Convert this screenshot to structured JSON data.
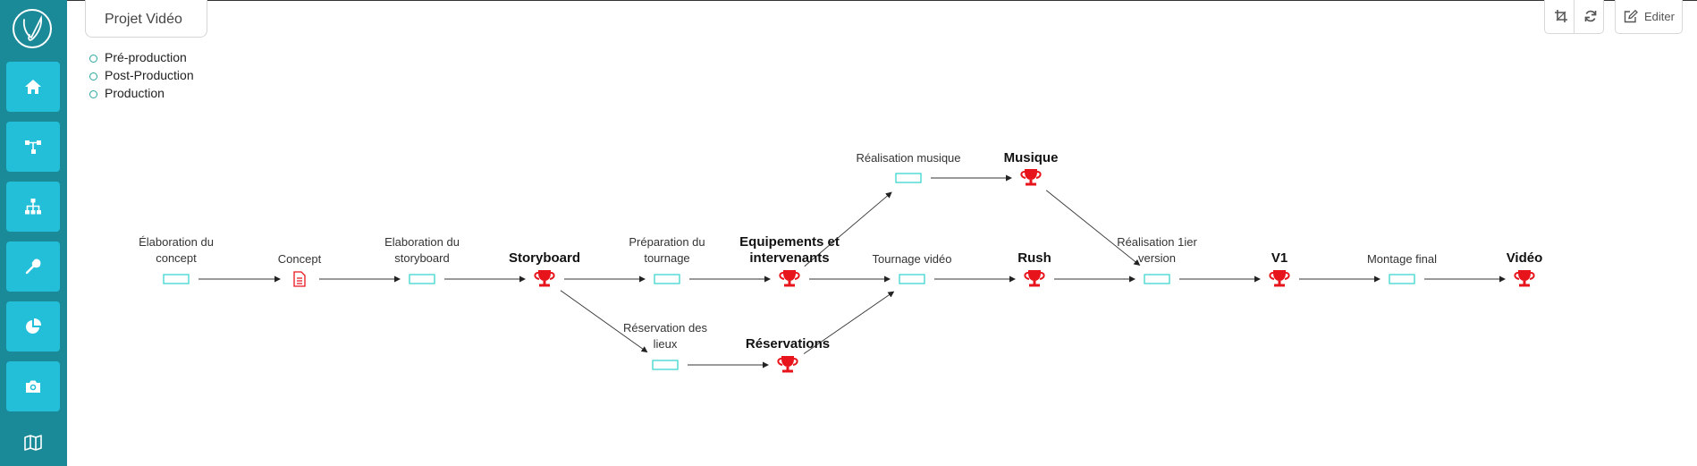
{
  "app": {
    "title": "Projet Vidéo"
  },
  "sidebar": {
    "logo_icon": "logo-letter-icon",
    "items": [
      {
        "name": "home",
        "icon": "home-icon"
      },
      {
        "name": "workflow",
        "icon": "workflow-icon"
      },
      {
        "name": "hierarchy",
        "icon": "sitemap-icon"
      },
      {
        "name": "tools",
        "icon": "wrench-icon"
      },
      {
        "name": "reports",
        "icon": "pie-chart-icon"
      },
      {
        "name": "media",
        "icon": "camera-icon"
      },
      {
        "name": "map",
        "icon": "map-icon"
      }
    ]
  },
  "legend": {
    "items": [
      {
        "label": "Pré-production"
      },
      {
        "label": "Post-Production"
      },
      {
        "label": "Production"
      }
    ]
  },
  "toolbar": {
    "crop_icon": "crop-icon",
    "refresh_icon": "refresh-icon",
    "edit_label": "Editer",
    "edit_icon": "edit-icon"
  },
  "colors": {
    "sidebar_bg": "#1b8a98",
    "nav_button": "#23bfd9",
    "task_outline": "#3fd6cf",
    "milestone": "#e8141b",
    "legend_dot": "#2aa6a0"
  },
  "diagram": {
    "tasks": [
      {
        "label": "Élaboration du concept"
      },
      {
        "label": "Concept"
      },
      {
        "label": "Elaboration du storyboard"
      },
      {
        "label": "Préparation du tournage"
      },
      {
        "label": "Réservation des lieux"
      },
      {
        "label": "Réalisation musique"
      },
      {
        "label": "Tournage vidéo"
      },
      {
        "label": "Réalisation 1ier version"
      },
      {
        "label": "Montage final"
      }
    ],
    "milestones": [
      {
        "label": "Storyboard"
      },
      {
        "label": "Equipements et intervenants"
      },
      {
        "label": "Réservations"
      },
      {
        "label": "Musique"
      },
      {
        "label": "Rush"
      },
      {
        "label": "V1"
      },
      {
        "label": "Vidéo"
      }
    ]
  }
}
